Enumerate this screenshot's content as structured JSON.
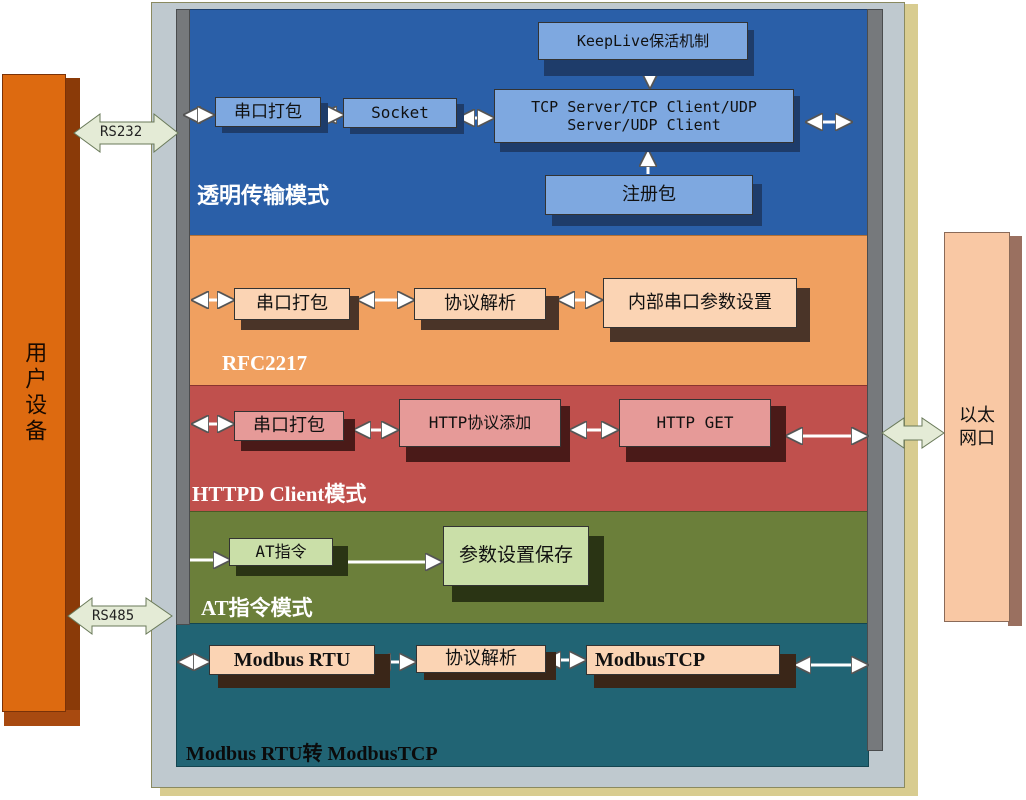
{
  "user_device": {
    "label": "用户设备"
  },
  "ethernet": {
    "label": "以太网口"
  },
  "ports": {
    "rs232": "RS232",
    "rs485": "RS485"
  },
  "bands": {
    "transparent": {
      "title": "透明传输模式",
      "serial_pack": "串口打包",
      "socket": "Socket",
      "tcp": "TCP Server/TCP Client/UDP Server/UDP Client",
      "keeplive": "KeepLive保活机制",
      "register": "注册包",
      "color": "#2a5fa8"
    },
    "rfc2217": {
      "title": "RFC2217",
      "serial_pack": "串口打包",
      "protocol_parse": "协议解析",
      "internal_serial": "内部串口参数设置",
      "color": "#f0a060"
    },
    "httpd": {
      "title": "HTTPD Client模式",
      "serial_pack": "串口打包",
      "http_add": "HTTP协议添加",
      "http_get": "HTTP GET",
      "color": "#c0504d"
    },
    "at": {
      "title": "AT指令模式",
      "at_cmd": "AT指令",
      "param_save": "参数设置保存",
      "color": "#6b7f3a"
    },
    "modbus": {
      "title": "Modbus RTU转  ModbusTCP",
      "modbus_rtu": "Modbus RTU",
      "protocol_parse": "协议解析",
      "modbus_tcp": "ModbusTCP",
      "color": "#216474"
    }
  }
}
